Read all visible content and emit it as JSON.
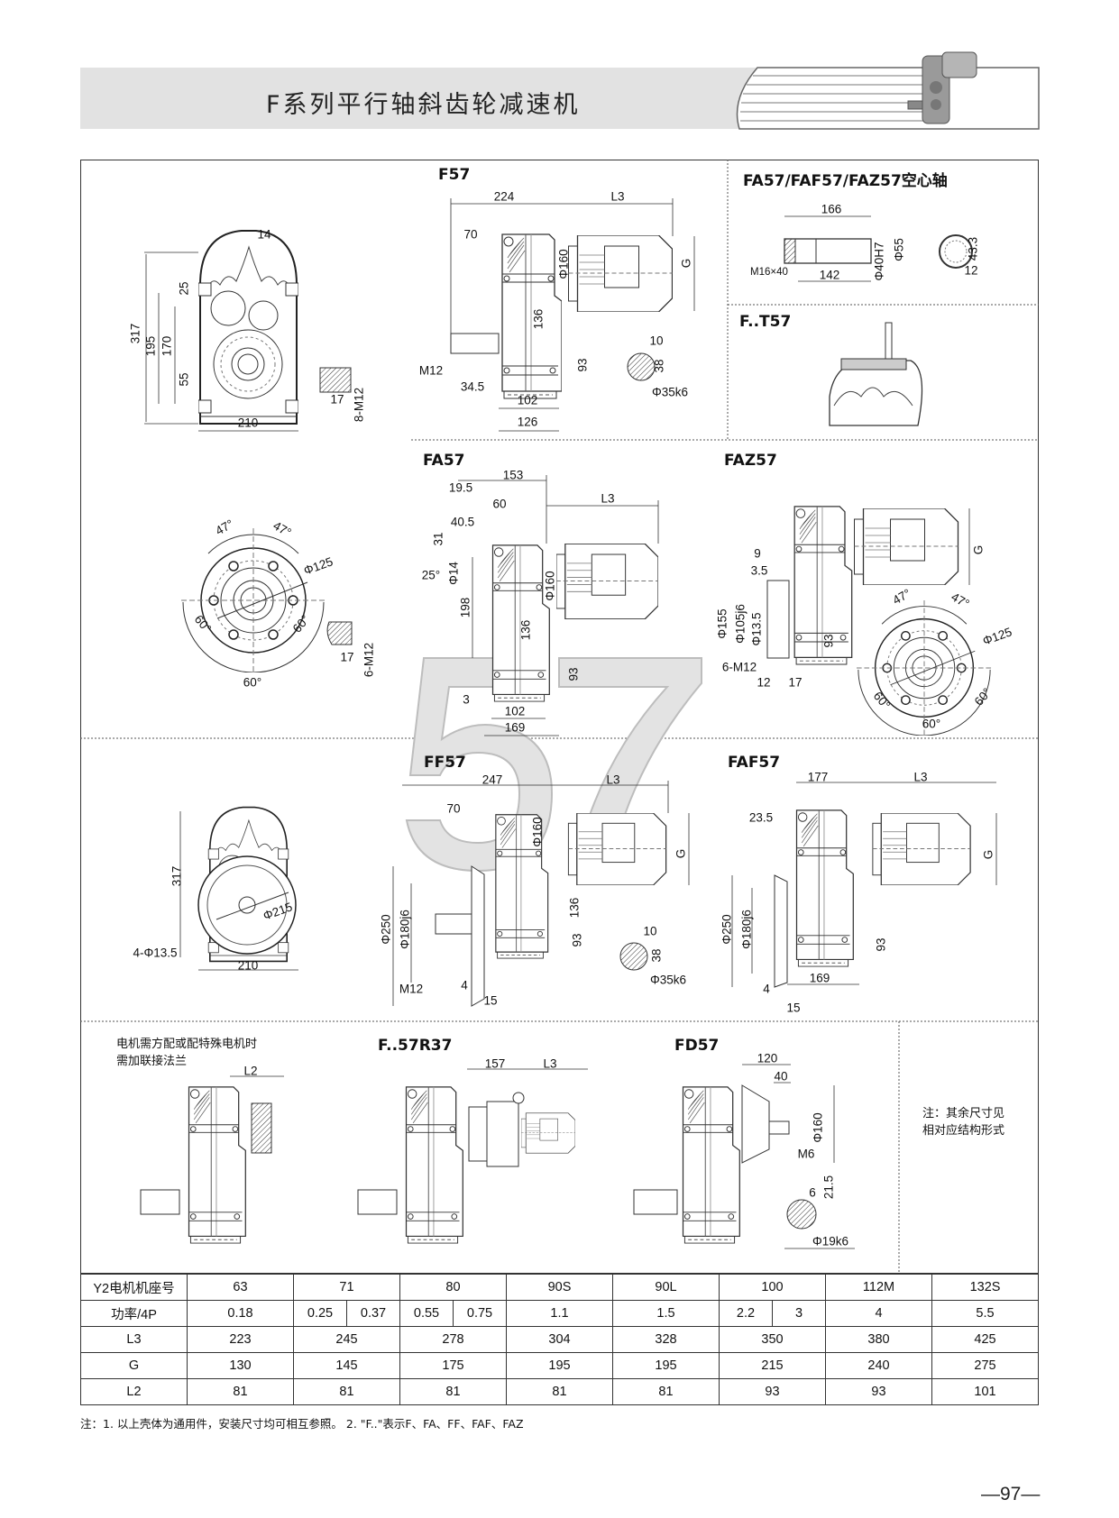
{
  "header": {
    "title": "F系列平行轴斜齿轮减速机"
  },
  "watermark": "57",
  "sections": {
    "f57": "F57",
    "hollow": "FA57/FAF57/FAZ57空心轴",
    "ft57": "F..T57",
    "fa57": "FA57",
    "faz57": "FAZ57",
    "ff57": "FF57",
    "faf57": "FAF57",
    "fr": "F..57R37",
    "fd57": "FD57"
  },
  "side_notes": {
    "motor_flange_line1": "电机需方配或配特殊电机时",
    "motor_flange_line2": "需加联接法兰",
    "remaining_line1": "注：其余尺寸见",
    "remaining_line2": "相对应结构形式"
  },
  "dims": {
    "f57_front": [
      "14",
      "317",
      "195",
      "170",
      "25",
      "55",
      "210",
      "17",
      "8-M12"
    ],
    "f57_side": [
      "224",
      "L3",
      "70",
      "Φ160",
      "G",
      "136",
      "M12",
      "93",
      "34.5",
      "102",
      "126",
      "10",
      "38",
      "Φ35k6"
    ],
    "hollow": [
      "166",
      "M16×40",
      "142",
      "Φ40H7",
      "Φ55",
      "43.3",
      "12"
    ],
    "fa57_front": [
      "47°",
      "47°",
      "Φ125",
      "60°",
      "60°",
      "60°",
      "17",
      "6-M12"
    ],
    "fa57_side": [
      "153",
      "19.5",
      "60",
      "L3",
      "40.5",
      "31",
      "25°",
      "Φ14",
      "Φ160",
      "198",
      "136",
      "93",
      "3",
      "102",
      "169"
    ],
    "faz57": [
      "9",
      "3.5",
      "Φ155",
      "Φ105j6",
      "Φ13.5",
      "G",
      "93",
      "6-M12",
      "12",
      "17",
      "47°",
      "47°",
      "Φ125",
      "60°",
      "60°",
      "60°"
    ],
    "ff57_front": [
      "317",
      "Φ215",
      "4-Φ13.5",
      "210"
    ],
    "ff57_side": [
      "247",
      "L3",
      "70",
      "Φ160",
      "G",
      "Φ250",
      "Φ180j6",
      "136",
      "93",
      "M12",
      "4",
      "15",
      "10",
      "38",
      "Φ35k6"
    ],
    "faf57": [
      "177",
      "L3",
      "23.5",
      "G",
      "Φ250",
      "Φ180j6",
      "93",
      "169",
      "4",
      "15"
    ],
    "f_l2": [
      "L2"
    ],
    "fr": [
      "157",
      "L3"
    ],
    "fd57": [
      "120",
      "40",
      "Φ160",
      "M6",
      "6",
      "21.5",
      "Φ19k6"
    ]
  },
  "table": {
    "rows": [
      {
        "label": "Y2电机机座号",
        "cells": [
          "63",
          "71",
          "80",
          "90S",
          "90L",
          "100",
          "112M",
          "132S"
        ]
      },
      {
        "label": "功率/4P",
        "cells": [
          "0.18",
          "0.25",
          "0.37",
          "0.55",
          "0.75",
          "1.1",
          "1.5",
          "2.2",
          "3",
          "4",
          "5.5"
        ]
      },
      {
        "label": "L3",
        "cells": [
          "223",
          "245",
          "278",
          "304",
          "328",
          "350",
          "380",
          "425"
        ]
      },
      {
        "label": "G",
        "cells": [
          "130",
          "145",
          "175",
          "195",
          "195",
          "215",
          "240",
          "275"
        ]
      },
      {
        "label": "L2",
        "cells": [
          "81",
          "81",
          "81",
          "81",
          "81",
          "93",
          "93",
          "101"
        ]
      }
    ]
  },
  "footnote": "注：1. 以上壳体为通用件，安装尺寸均可相互参照。   2. \"F..\"表示F、FA、FF、FAF、FAZ",
  "page_number": "—97—"
}
